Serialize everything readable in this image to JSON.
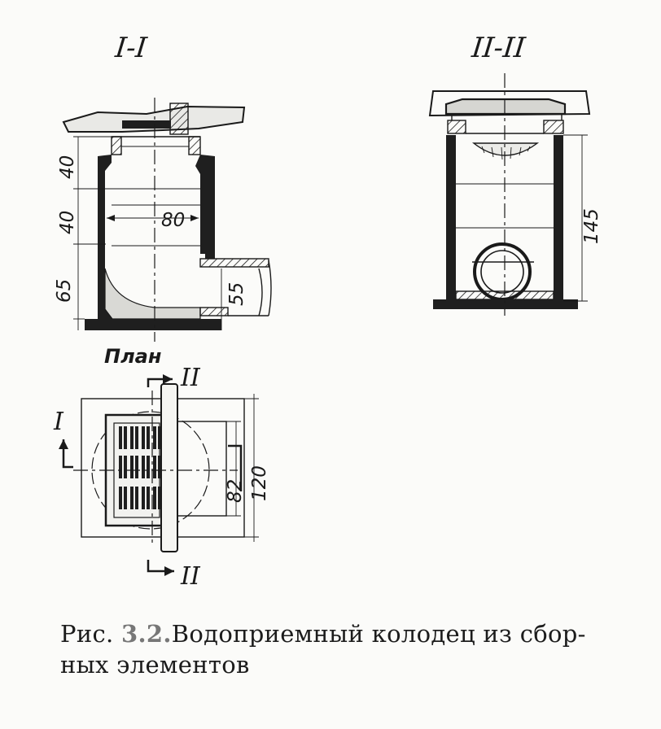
{
  "sections": {
    "section_1": {
      "title": "I-I"
    },
    "section_2": {
      "title": "II-II"
    },
    "plan": {
      "title": "План"
    }
  },
  "dimensions": {
    "s1_top": "40",
    "s1_mid": "40",
    "s1_bottom": "65",
    "s1_diameter": "80",
    "s1_pipe": "55",
    "s2_height": "145",
    "plan_inner": "82",
    "plan_outer": "120"
  },
  "section_marks": {
    "mark_1": "I",
    "mark_2_top": "II",
    "mark_2_bottom": "II"
  },
  "caption": {
    "prefix": "Рис.",
    "number": "3.2.",
    "text": "Водоприемный колодец из сбор-",
    "text_line2": "ных элементов"
  }
}
